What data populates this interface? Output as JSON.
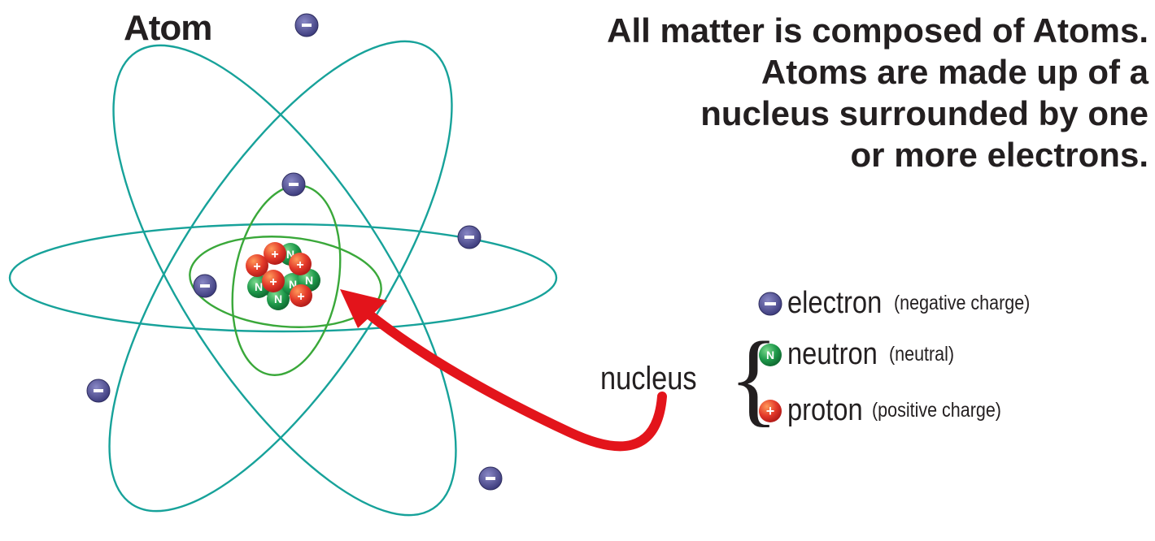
{
  "title": "Atom",
  "headline": [
    "All matter is composed of Atoms.",
    "Atoms are made up of a",
    "nucleus surrounded by one",
    "or more electrons."
  ],
  "legend": {
    "electron": {
      "name": "electron",
      "note": "(negative charge)",
      "symbol": "−"
    },
    "neutron": {
      "name": "neutron",
      "note": "(neutral)",
      "symbol": "N"
    },
    "proton": {
      "name": "proton",
      "note": "(positive charge)",
      "symbol": "+"
    }
  },
  "nucleus_label": "nucleus",
  "brace": "{",
  "nucleon_symbols": {
    "proton": "+",
    "neutron": "N",
    "electron": "−"
  },
  "colors": {
    "outer_orbit": "#17a29a",
    "inner_orbit": "#3aa83a",
    "electron": "#4b4a8e",
    "proton": "#e2392c",
    "neutron": "#1e9a4a",
    "arrow": "#e3141b",
    "text": "#231f20"
  }
}
